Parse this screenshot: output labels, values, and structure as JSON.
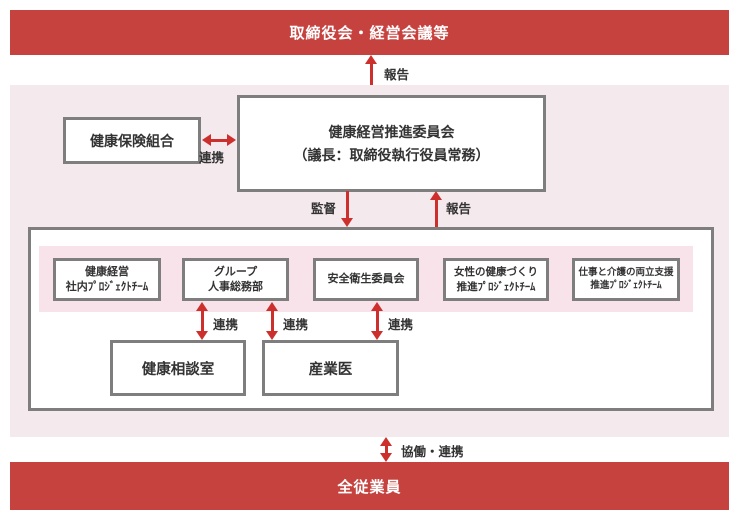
{
  "colors": {
    "banner": "#c6423f",
    "arrow": "#cc2f2c",
    "pink": "#f4e9ed",
    "band": "#f7e3e9",
    "border": "#7e7e7e",
    "text": "#333333"
  },
  "top_banner": {
    "label": "取締役会・経営会議等"
  },
  "bottom_banner": {
    "label": "全従業員"
  },
  "insurance_box": {
    "label": "健康保険組合"
  },
  "committee_box": {
    "line1": "健康経営推進委員会",
    "line2": "（議長：取締役執行役員常務）"
  },
  "teams": [
    {
      "line1": "健康経営",
      "line2": "社内ﾌﾟﾛｼﾞｪｸﾄﾁｰﾑ"
    },
    {
      "line1": "グループ",
      "line2": "人事総務部"
    },
    {
      "line1": "安全衛生委員会"
    },
    {
      "line1": "女性の健康づくり",
      "line2": "推進ﾌﾟﾛｼﾞｪｸﾄﾁｰﾑ"
    },
    {
      "line1": "仕事と介護の両立支援",
      "line2": "推進ﾌﾟﾛｼﾞｪｸﾄﾁｰﾑ"
    }
  ],
  "consult_box": {
    "label": "健康相談室"
  },
  "doctor_box": {
    "label": "産業医"
  },
  "labels": {
    "report_top": "報告",
    "supervise": "監督",
    "report_inner": "報告",
    "renkei_insurance": "連携",
    "renkei_hr_consult": "連携",
    "renkei_hr_doctor": "連携",
    "renkei_safety_doctor": "連携",
    "collaboration": "協働・連携"
  }
}
